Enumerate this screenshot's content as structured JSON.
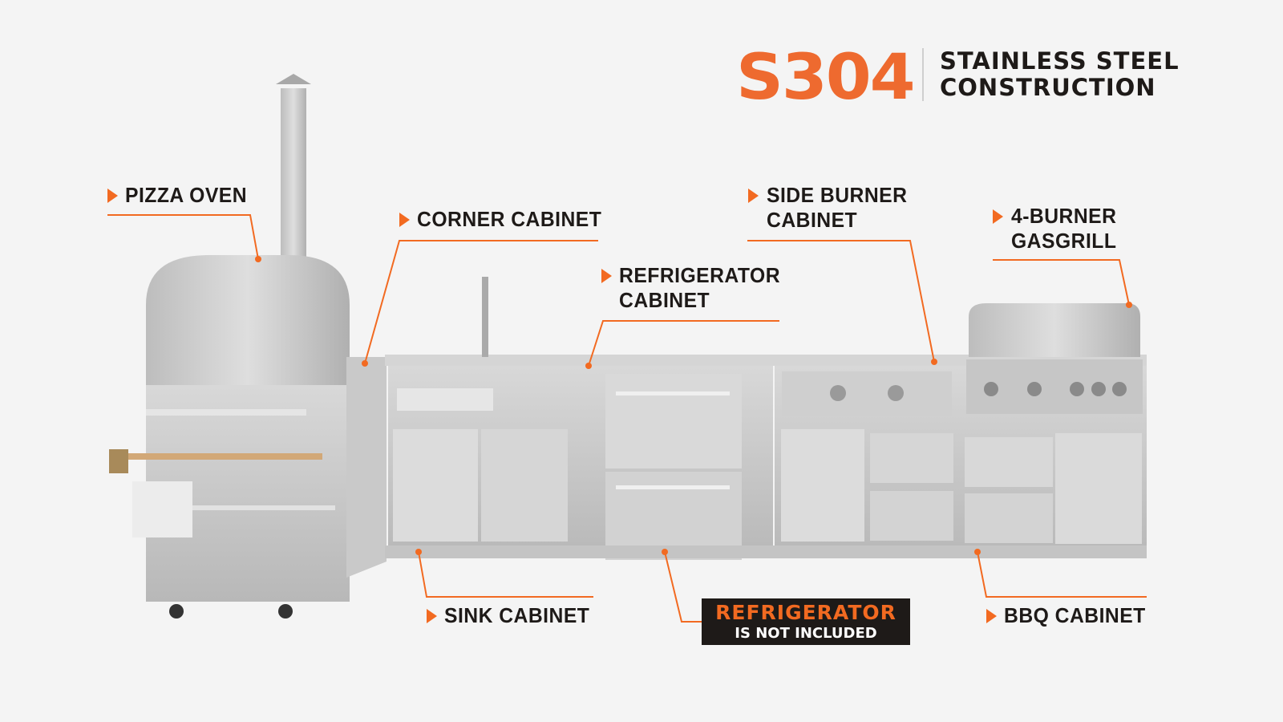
{
  "header": {
    "brand": "S304",
    "tagline_line1": "STAINLESS STEEL",
    "tagline_line2": "CONSTRUCTION"
  },
  "labels": {
    "pizza_oven": "PIZZA OVEN",
    "corner_cabinet": "CORNER CABINET",
    "refrigerator_cabinet_1": "REFRIGERATOR",
    "refrigerator_cabinet_2": "CABINET",
    "side_burner_1": "SIDE BURNER",
    "side_burner_2": "CABINET",
    "grill_1": "4-BURNER",
    "grill_2": "GASGRILL",
    "sink_cabinet": "SINK CABINET",
    "bbq_cabinet": "BBQ CABINET"
  },
  "notice": {
    "line1": "REFRIGERATOR",
    "line2": "IS NOT INCLUDED"
  },
  "colors": {
    "accent": "#f26a21",
    "brand": "#ee6a2f",
    "text": "#1e1a18",
    "background": "#f4f4f4",
    "steel": "#c4c4c4"
  }
}
